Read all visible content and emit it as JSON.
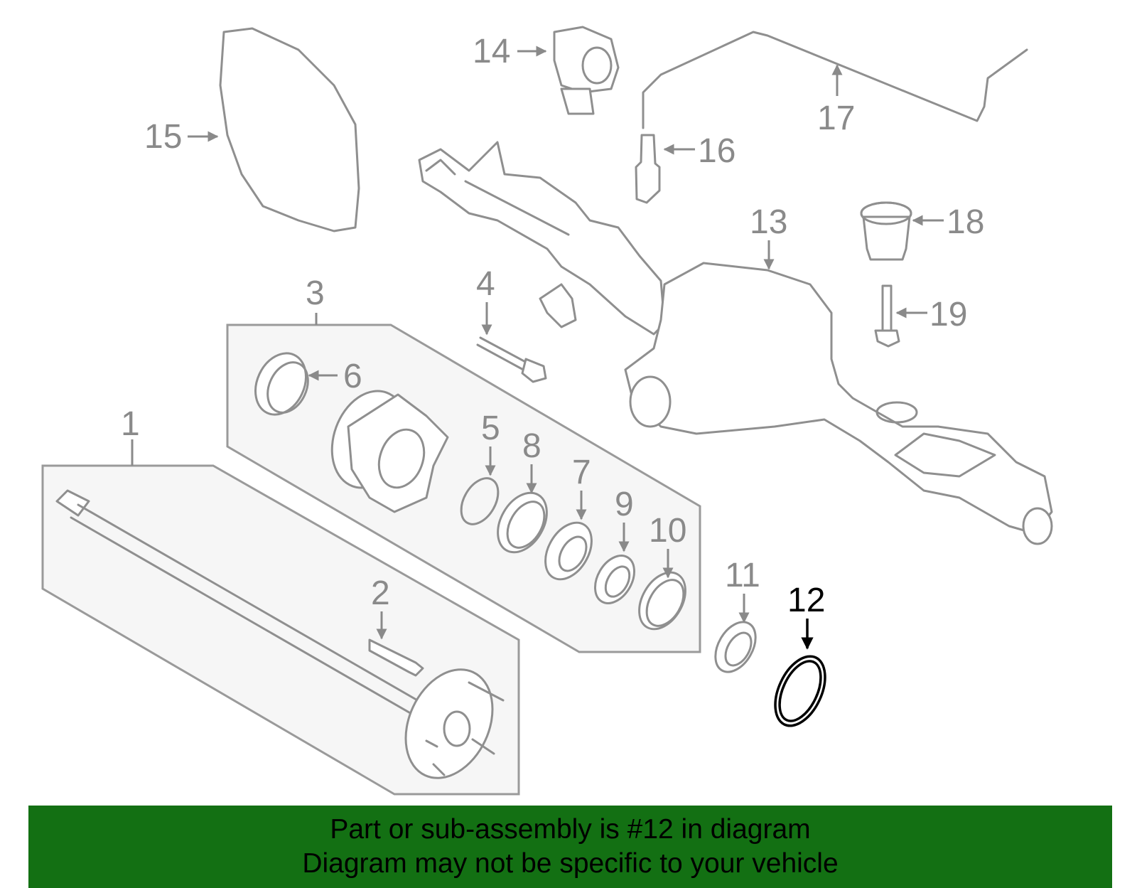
{
  "callouts": {
    "c1": "1",
    "c2": "2",
    "c3": "3",
    "c4": "4",
    "c5": "5",
    "c6": "6",
    "c7": "7",
    "c8": "8",
    "c9": "9",
    "c10": "10",
    "c11": "11",
    "c12": "12",
    "c13": "13",
    "c14": "14",
    "c15": "15",
    "c16": "16",
    "c17": "17",
    "c18": "18",
    "c19": "19"
  },
  "highlight_part": "12",
  "colors": {
    "banner": "#137013",
    "highlight": "#000000",
    "line": "#8f8f8f"
  },
  "banner": {
    "line1": "Part or sub-assembly is #12 in diagram",
    "line2": "Diagram may not be specific to your vehicle"
  }
}
